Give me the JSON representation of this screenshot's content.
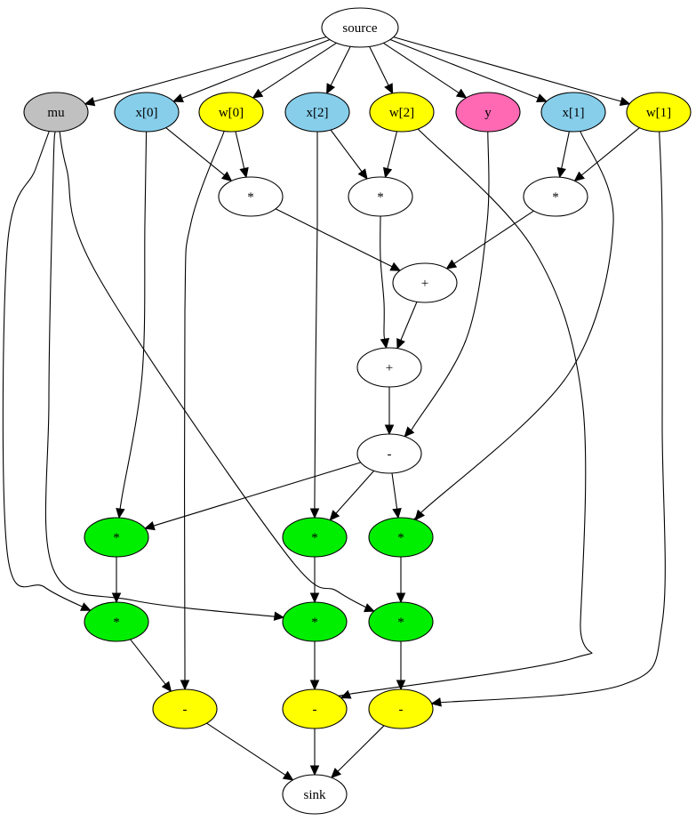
{
  "colors": {
    "default": "#ffffff",
    "gray": "#c0c0c0",
    "blue": "#87ceeb",
    "yellow": "#ffff00",
    "pink": "#ff69b4",
    "green": "#00ee00",
    "line": "#000000"
  },
  "nodes": {
    "source": {
      "label": "source",
      "fill": "default"
    },
    "mu": {
      "label": "mu",
      "fill": "gray"
    },
    "x0": {
      "label": "x[0]",
      "fill": "blue"
    },
    "w0": {
      "label": "w[0]",
      "fill": "yellow"
    },
    "x2": {
      "label": "x[2]",
      "fill": "blue"
    },
    "w2": {
      "label": "w[2]",
      "fill": "yellow"
    },
    "y": {
      "label": "y",
      "fill": "pink"
    },
    "x1": {
      "label": "x[1]",
      "fill": "blue"
    },
    "w1": {
      "label": "w[1]",
      "fill": "yellow"
    },
    "m0": {
      "label": "*",
      "fill": "default"
    },
    "m2": {
      "label": "*",
      "fill": "default"
    },
    "m1": {
      "label": "*",
      "fill": "default"
    },
    "p1": {
      "label": "+",
      "fill": "default"
    },
    "p2": {
      "label": "+",
      "fill": "default"
    },
    "sub": {
      "label": "-",
      "fill": "default"
    },
    "g1": {
      "label": "*",
      "fill": "green"
    },
    "g2": {
      "label": "*",
      "fill": "green"
    },
    "g3": {
      "label": "*",
      "fill": "green"
    },
    "g4": {
      "label": "*",
      "fill": "green"
    },
    "g5": {
      "label": "*",
      "fill": "green"
    },
    "g6": {
      "label": "*",
      "fill": "green"
    },
    "d1": {
      "label": "-",
      "fill": "yellow"
    },
    "d2": {
      "label": "-",
      "fill": "yellow"
    },
    "d3": {
      "label": "-",
      "fill": "yellow"
    },
    "sink": {
      "label": "sink",
      "fill": "default"
    }
  },
  "edges": [
    [
      "source",
      "mu"
    ],
    [
      "source",
      "x0"
    ],
    [
      "source",
      "w0"
    ],
    [
      "source",
      "x2"
    ],
    [
      "source",
      "w2"
    ],
    [
      "source",
      "y"
    ],
    [
      "source",
      "x1"
    ],
    [
      "source",
      "w1"
    ],
    [
      "x0",
      "m0"
    ],
    [
      "w0",
      "m0"
    ],
    [
      "x2",
      "m2"
    ],
    [
      "w2",
      "m2"
    ],
    [
      "x1",
      "m1"
    ],
    [
      "w1",
      "m1"
    ],
    [
      "m0",
      "p1"
    ],
    [
      "m1",
      "p1"
    ],
    [
      "m2",
      "p2"
    ],
    [
      "p1",
      "p2"
    ],
    [
      "p2",
      "sub"
    ],
    [
      "y",
      "sub"
    ],
    [
      "sub",
      "g1"
    ],
    [
      "sub",
      "g2"
    ],
    [
      "sub",
      "g3"
    ],
    [
      "x0",
      "g1"
    ],
    [
      "x2",
      "g2"
    ],
    [
      "x1",
      "g3"
    ],
    [
      "g1",
      "g4"
    ],
    [
      "g2",
      "g5"
    ],
    [
      "g3",
      "g6"
    ],
    [
      "mu",
      "g4"
    ],
    [
      "mu",
      "g5"
    ],
    [
      "mu",
      "g6"
    ],
    [
      "g4",
      "d1"
    ],
    [
      "w0",
      "d1"
    ],
    [
      "g5",
      "d2"
    ],
    [
      "w2",
      "d2"
    ],
    [
      "g6",
      "d3"
    ],
    [
      "w1",
      "d3"
    ],
    [
      "d1",
      "sink"
    ],
    [
      "d2",
      "sink"
    ],
    [
      "d3",
      "sink"
    ]
  ]
}
